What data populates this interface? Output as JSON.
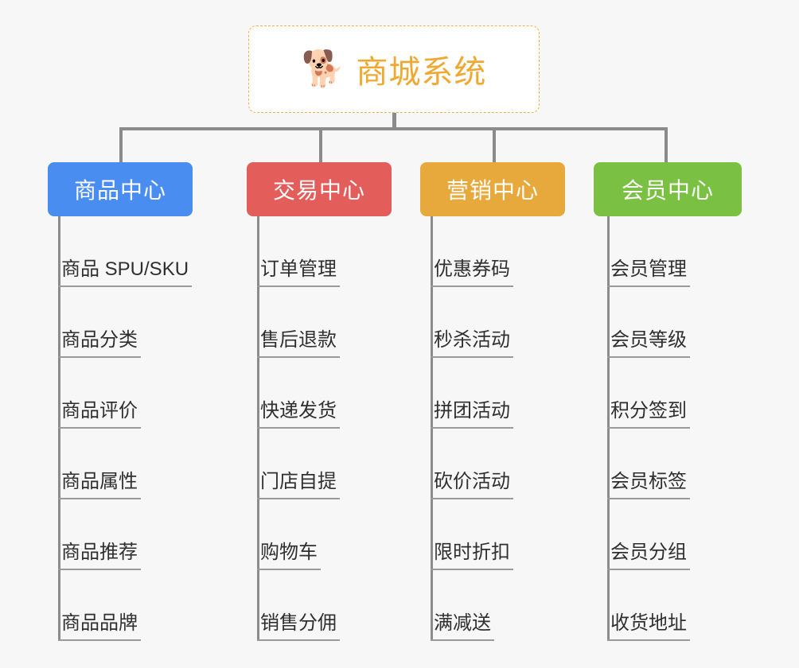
{
  "page": {
    "background": "#f7f7f7",
    "line_color": "#8b8b8b",
    "underline_color": "#9a9a9a",
    "item_text_color": "#2f2f2f"
  },
  "root": {
    "icon": "shiba-dog-emoji",
    "emoji": "🐕",
    "title": "商城系统",
    "title_color": "#efa931",
    "border_color": "#f0b04a",
    "background": "#ffffff"
  },
  "categories": [
    {
      "id": "product-center",
      "label": "商品中心",
      "color": "#4a8df0",
      "items": [
        {
          "label": "商品 SPU/SKU"
        },
        {
          "label": "商品分类"
        },
        {
          "label": "商品评价"
        },
        {
          "label": "商品属性"
        },
        {
          "label": "商品推荐"
        },
        {
          "label": "商品品牌"
        }
      ]
    },
    {
      "id": "trade-center",
      "label": "交易中心",
      "color": "#e35d5b",
      "items": [
        {
          "label": "订单管理"
        },
        {
          "label": "售后退款"
        },
        {
          "label": "快递发货"
        },
        {
          "label": "门店自提"
        },
        {
          "label": "购物车"
        },
        {
          "label": "销售分佣"
        }
      ]
    },
    {
      "id": "marketing-center",
      "label": "营销中心",
      "color": "#e8a93c",
      "items": [
        {
          "label": "优惠券码"
        },
        {
          "label": "秒杀活动"
        },
        {
          "label": "拼团活动"
        },
        {
          "label": "砍价活动"
        },
        {
          "label": "限时折扣"
        },
        {
          "label": "满减送"
        }
      ]
    },
    {
      "id": "member-center",
      "label": "会员中心",
      "color": "#7ac143",
      "items": [
        {
          "label": "会员管理"
        },
        {
          "label": "会员等级"
        },
        {
          "label": "积分签到"
        },
        {
          "label": "会员标签"
        },
        {
          "label": "会员分组"
        },
        {
          "label": "收货地址"
        }
      ]
    }
  ]
}
